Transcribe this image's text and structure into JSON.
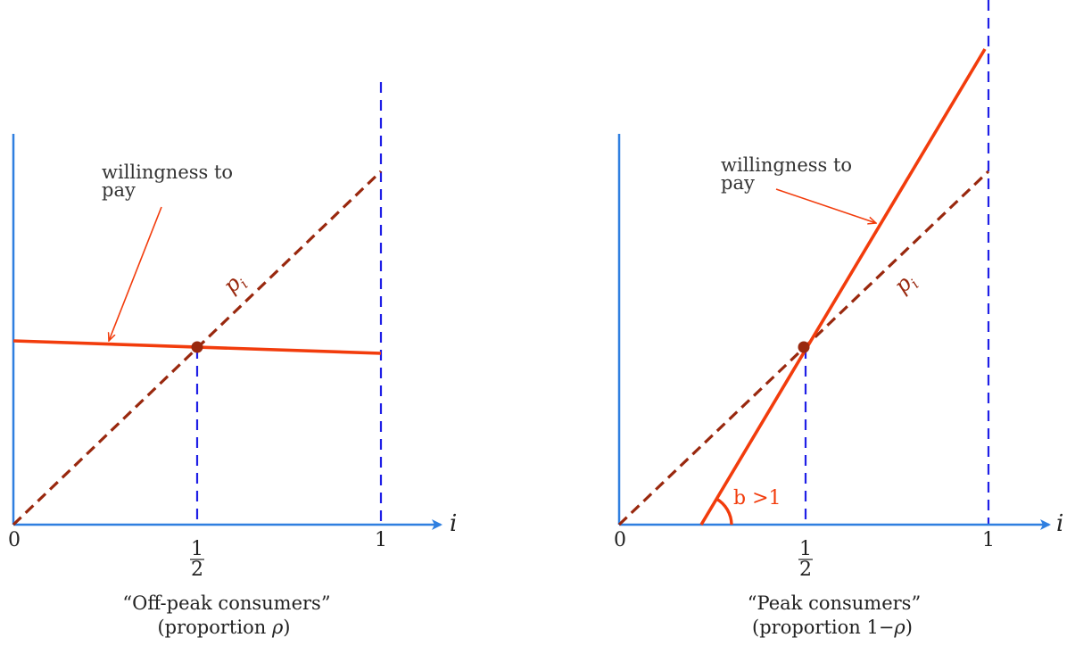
{
  "colors": {
    "axis": "#2f7fe0",
    "guide": "#1f1fe6",
    "wtp": "#f23c0c",
    "price": "#99280e",
    "text": "#222222"
  },
  "panels": [
    {
      "annotation_line1": "willingness to",
      "annotation_line2": "pay",
      "price_label": "p",
      "price_subscript": "i",
      "x_axis_label": "i",
      "tick_zero": "0",
      "tick_half_num": "1",
      "tick_half_den": "2",
      "tick_one": "1",
      "caption_line1": "“Off-peak consumers”",
      "caption_line2_prefix": "(proportion ",
      "caption_line2_symbol": "ρ",
      "caption_line2_suffix": ")"
    },
    {
      "annotation_line1": "willingness to",
      "annotation_line2": "pay",
      "price_label": "p",
      "price_subscript": "i",
      "angle_label": "b >1",
      "x_axis_label": "i",
      "tick_zero": "0",
      "tick_half_num": "1",
      "tick_half_den": "2",
      "tick_one": "1",
      "caption_line1": "“Peak consumers”",
      "caption_line2_prefix": "(proportion 1−",
      "caption_line2_symbol": "ρ",
      "caption_line2_suffix": ")"
    }
  ]
}
